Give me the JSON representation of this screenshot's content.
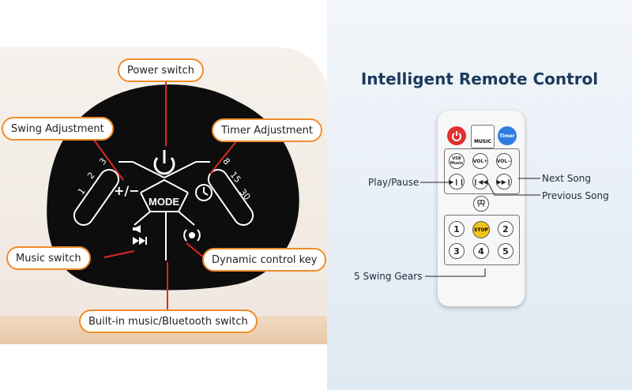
{
  "panel": {
    "mode_label": "MODE",
    "swing_numbers": [
      "1",
      "2",
      "3"
    ],
    "timer_numbers": [
      "8",
      "15",
      "30"
    ],
    "plus_minus": "+/−",
    "callouts": {
      "power_switch": "Power switch",
      "swing_adjustment": "Swing Adjustment",
      "timer_adjustment": "Timer Adjustment",
      "music_switch": "Music switch",
      "dynamic_control_key": "Dynamic control key",
      "builtin_music_bluetooth": "Built-in music/Bluetooth switch"
    }
  },
  "remote_section": {
    "title": "Intelligent Remote Control",
    "labels": {
      "play_pause": "Play/Pause",
      "next_song": "Next Song",
      "previous_song": "Previous Song",
      "swing_gears": "5 Swing Gears"
    },
    "buttons": {
      "music": "MUSIC",
      "timer": "Timer",
      "usb": "USB",
      "music_small": "Music",
      "vol_plus": "VOL+",
      "vol_minus": "VOL−",
      "stop": "STOP",
      "numbers": [
        "1",
        "2",
        "3",
        "4",
        "5"
      ]
    }
  },
  "colors": {
    "accent_orange": "#f08c2a",
    "title_blue": "#1b3a5c",
    "power_red": "#e0312f",
    "timer_blue": "#2f7de0",
    "stop_yellow": "#f0c419",
    "panel_black": "#0d0d0d"
  }
}
